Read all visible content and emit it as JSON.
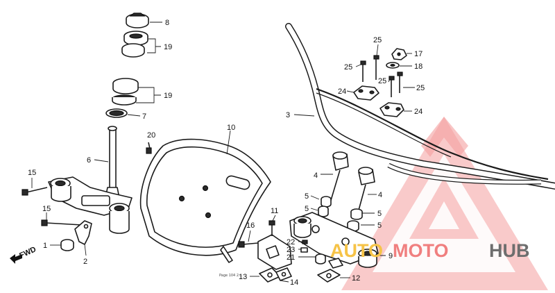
{
  "labels": {
    "l1": "1",
    "l2": "2",
    "l3": "3",
    "l4a": "4",
    "l4b": "4",
    "l5a": "5",
    "l5b": "5",
    "l5c": "5",
    "l5d": "5",
    "l6": "6",
    "l7": "7",
    "l8": "8",
    "l9": "9",
    "l10": "10",
    "l11": "11",
    "l12": "12",
    "l13": "13",
    "l14": "14",
    "l15a": "15",
    "l15b": "15",
    "l16": "16",
    "l17": "17",
    "l18": "18",
    "l19a": "19",
    "l19b": "19",
    "l20": "20",
    "l21": "21",
    "l22": "22",
    "l23": "23",
    "l24a": "24",
    "l24b": "24",
    "l25a": "25",
    "l25b": "25",
    "l25c": "25",
    "l25d": "25"
  },
  "fwd": "FWD",
  "footnote": "Page 104 2...",
  "watermark": {
    "part1": "AUTO",
    "part2": "MOTO",
    "part3": "HUB",
    "color_main": "#f07f7f",
    "color_accent": "#f6c347",
    "color_dark": "#6e6e6e"
  }
}
